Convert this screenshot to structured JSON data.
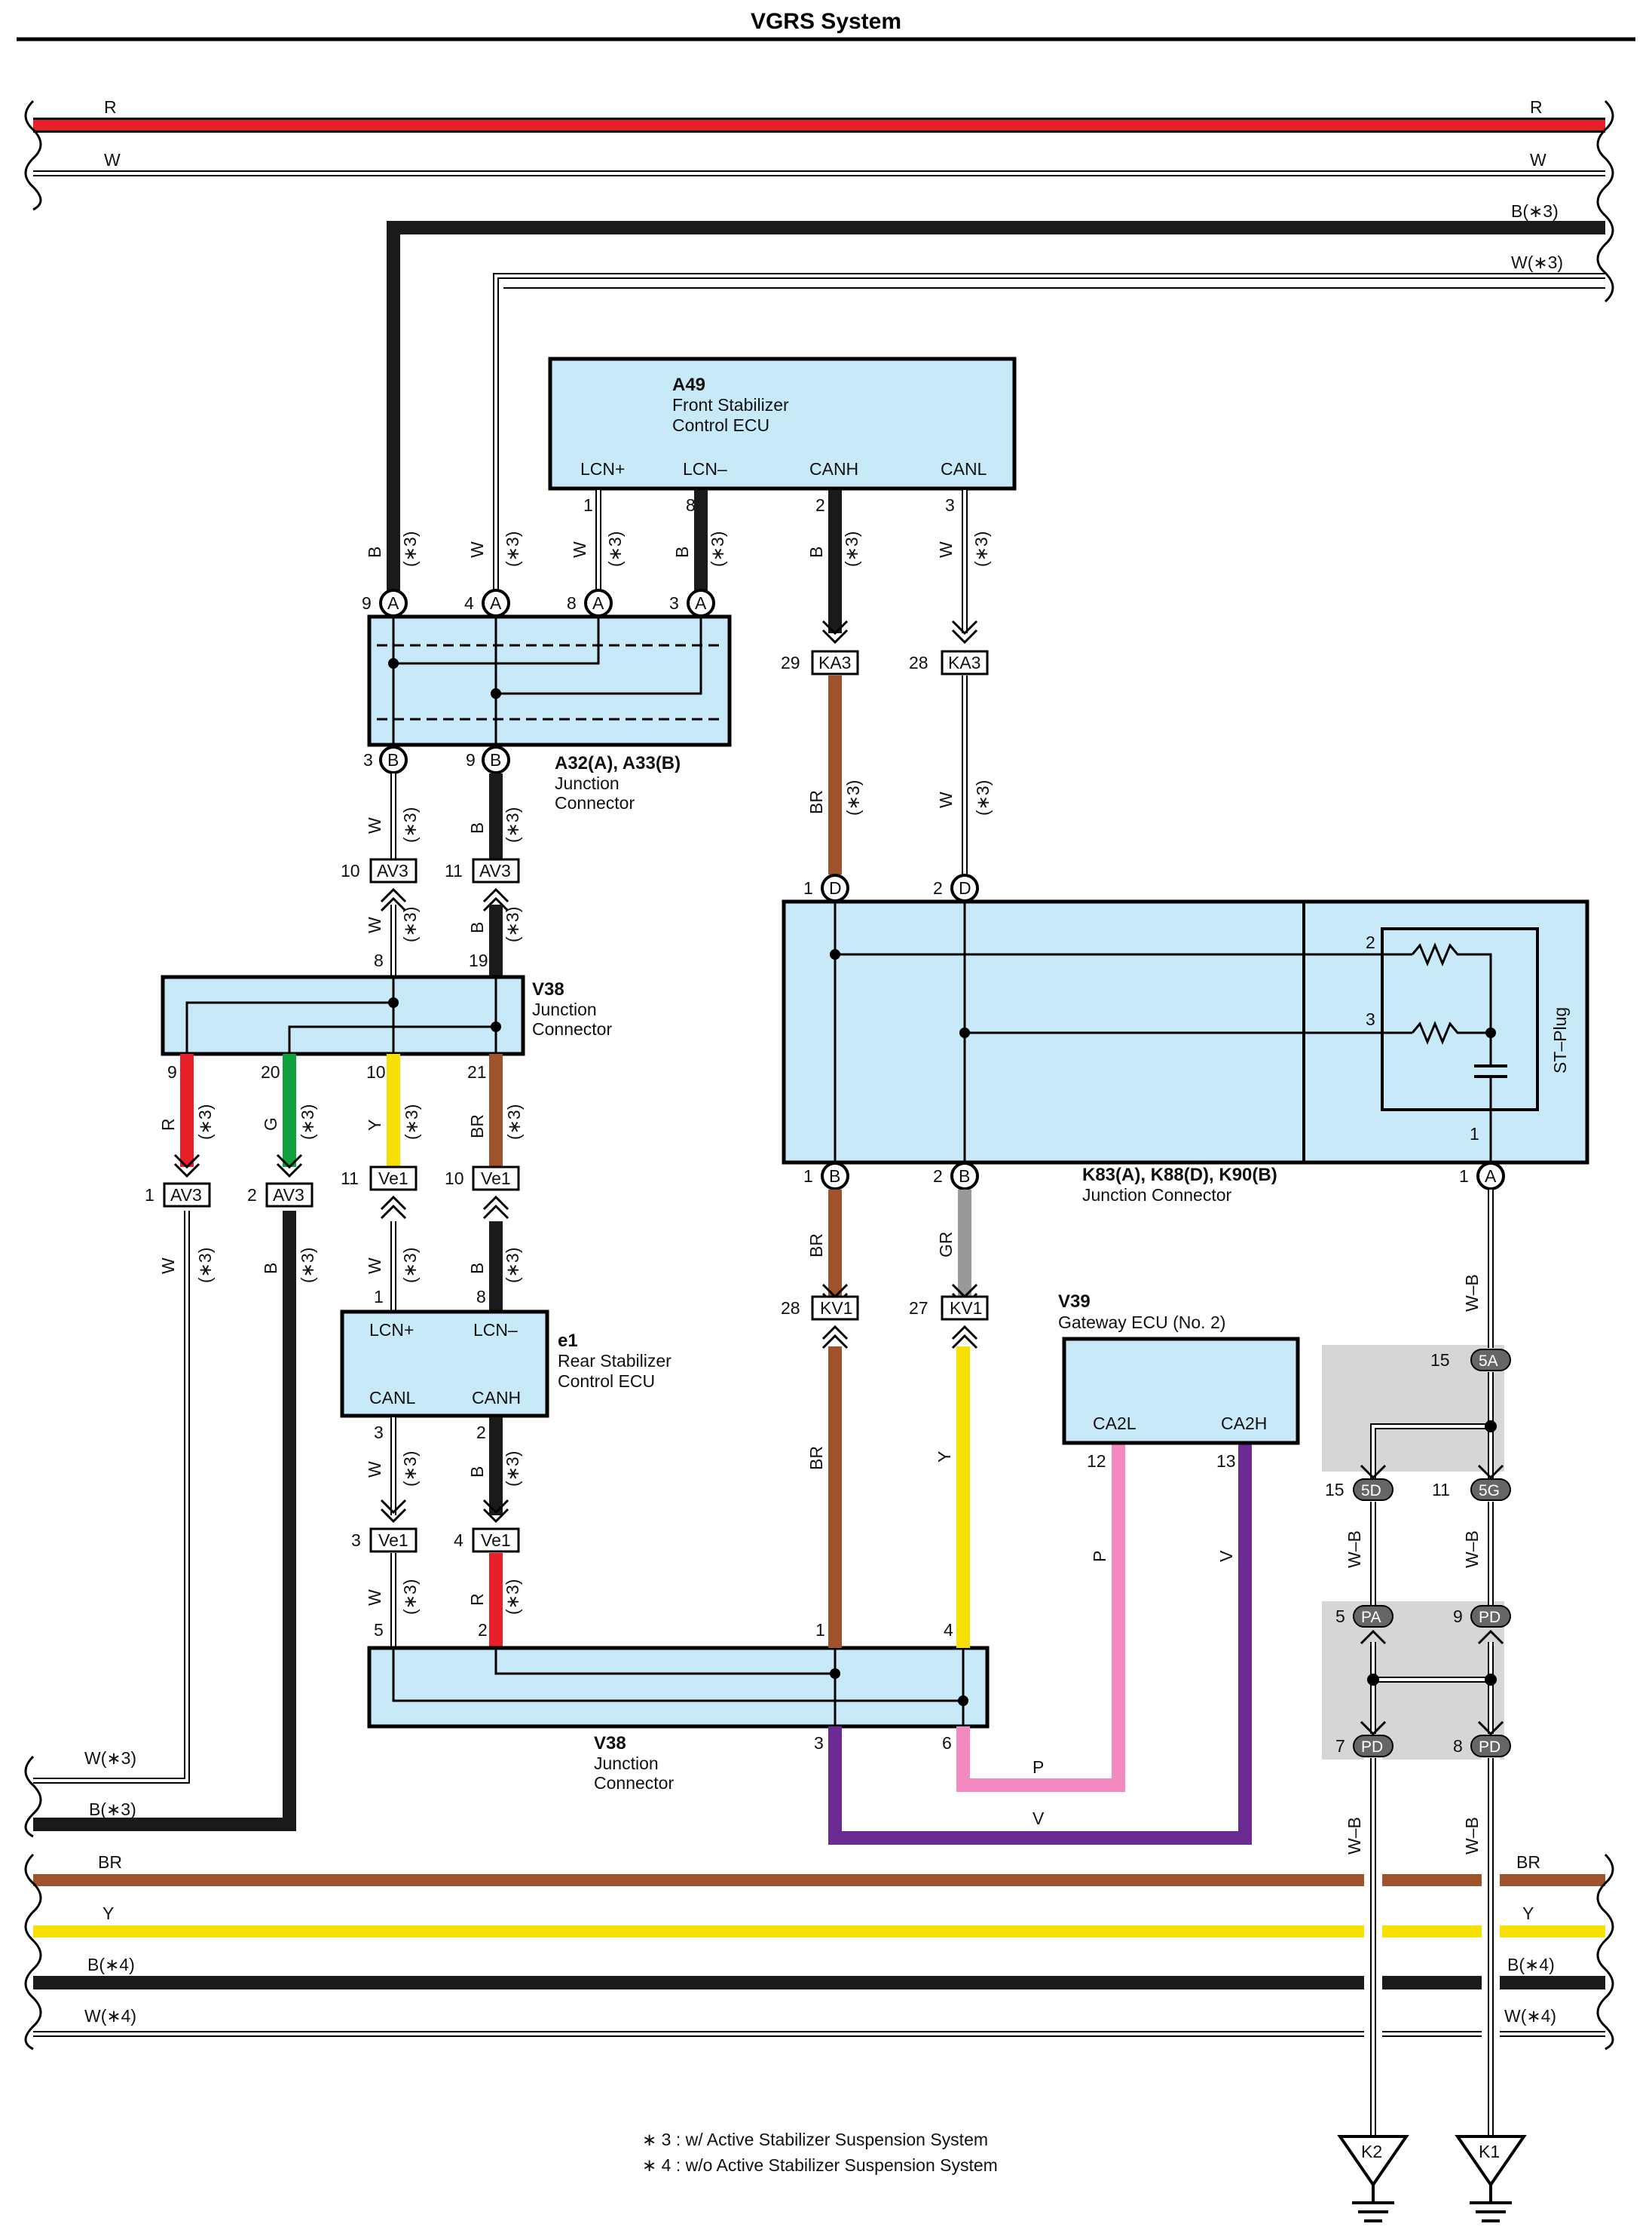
{
  "title": "VGRS System",
  "colors": {
    "R": "#e8202a",
    "W": "#ffffff",
    "B": "#1a1a1a",
    "BR": "#a0522d",
    "Y": "#f7e000",
    "G": "#10a03c",
    "GR": "#999999",
    "P": "#f28ac0",
    "V": "#6a2a92",
    "box": "#c8e9f8"
  },
  "buses": {
    "top": [
      {
        "label_left": "R",
        "label_right": "R"
      },
      {
        "label_left": "W",
        "label_right": "W"
      },
      {
        "label_left": "",
        "label_right": "B(∗3)"
      },
      {
        "label_left": "",
        "label_right": "W(∗3)"
      }
    ],
    "bottom": [
      {
        "label_left": "BR",
        "label_right": "BR"
      },
      {
        "label_left": "Y",
        "label_right": "Y"
      },
      {
        "label_left": "B(∗4)",
        "label_right": "B(∗4)"
      },
      {
        "label_left": "W(∗4)",
        "label_right": "W(∗4)"
      }
    ],
    "left_mid": [
      {
        "label": "W(∗3)"
      },
      {
        "label": "B(∗3)"
      }
    ]
  },
  "components": {
    "a49": {
      "code": "A49",
      "name1": "Front Stabilizer",
      "name2": "Control ECU",
      "pins": [
        "LCN+",
        "LCN–",
        "CANH",
        "CANL"
      ]
    },
    "a32": {
      "code": "A32(A), A33(B)",
      "name1": "Junction",
      "name2": "Connector"
    },
    "v38_upper": {
      "code": "V38",
      "name1": "Junction",
      "name2": "Connector"
    },
    "k83": {
      "code": "K83(A), K88(D), K90(B)",
      "name1": "Junction Connector",
      "stplug": "ST–Plug"
    },
    "e1": {
      "code": "e1",
      "name1": "Rear Stabilizer",
      "name2": "Control ECU",
      "pins": [
        "LCN+",
        "LCN–",
        "CANL",
        "CANH"
      ]
    },
    "v39": {
      "code": "V39",
      "name1": "Gateway ECU (No. 2)",
      "pins": [
        "CA2L",
        "CA2H"
      ]
    },
    "v38_lower": {
      "code": "V38",
      "name1": "Junction",
      "name2": "Connector"
    }
  },
  "connectors": {
    "AV3": "AV3",
    "KA3": "KA3",
    "Ve1": "Ve1",
    "KV1": "KV1",
    "c5A": "5A",
    "c5D": "5D",
    "c5G": "5G",
    "PA": "PA",
    "PD": "PD",
    "A": "A",
    "B": "B",
    "D": "D"
  },
  "grounds": [
    "K2",
    "K1"
  ],
  "wire_labels": {
    "B": "B",
    "W": "W",
    "R": "R",
    "G": "G",
    "Y": "Y",
    "BR": "BR",
    "GR": "GR",
    "P": "P",
    "V": "V",
    "WB": "W–B",
    "s3": "(∗3)"
  },
  "pin_numbers": {
    "a49": [
      "1",
      "8",
      "2",
      "3"
    ],
    "a32_top": [
      "9",
      "4",
      "8",
      "3"
    ],
    "a32_bot": [
      "3",
      "9"
    ],
    "av3_top": [
      "10",
      "11"
    ],
    "v38u_top": [
      "8",
      "19"
    ],
    "v38u_bot": [
      "9",
      "20",
      "10",
      "21"
    ],
    "av3_bot": [
      "1",
      "2"
    ],
    "ve1_top": [
      "11",
      "10"
    ],
    "e1_top": [
      "1",
      "8"
    ],
    "e1_bot": [
      "3",
      "2"
    ],
    "ve1_bot": [
      "3",
      "4"
    ],
    "v38l_top": [
      "5",
      "2",
      "1",
      "4"
    ],
    "v38l_bot": [
      "3",
      "6"
    ],
    "ka3": [
      "29",
      "28"
    ],
    "k83_top": [
      "1",
      "2"
    ],
    "k83_bot": [
      "1",
      "2",
      "1"
    ],
    "k83_inner": [
      "2",
      "3",
      "1"
    ],
    "kv1": [
      "28",
      "27"
    ],
    "v39": [
      "12",
      "13"
    ],
    "c5A": "15",
    "c5D": "15",
    "c5G": "11",
    "PA": "5",
    "PD_top": "9",
    "PD_l": "7",
    "PD_r": "8"
  },
  "notes": [
    "∗ 3 : w/ Active Stabilizer Suspension System",
    "∗ 4 : w/o Active Stabilizer Suspension System"
  ]
}
